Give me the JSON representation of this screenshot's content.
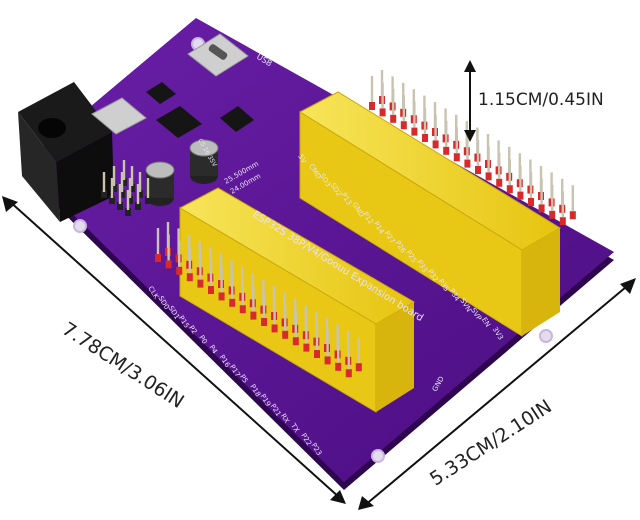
{
  "dimensions": {
    "height": "1.15CM/0.45IN",
    "length": "7.78CM/3.06IN",
    "width": "5.33CM/2.10IN"
  },
  "board": {
    "title": "ESP32S 38P/V4/Goouu Expansion board",
    "dim_a": "25.500mm",
    "dim_b": "24.00mm",
    "usb_label": "USB",
    "cap_label": "CS 16 35V",
    "pins_right": [
      "5V",
      "CMD",
      "SD3",
      "SD2",
      "P13",
      "GND",
      "P12",
      "P14",
      "P27",
      "P26",
      "P25",
      "P33",
      "P32",
      "P35",
      "P34",
      "SVN",
      "SVP",
      "EN",
      "3V3"
    ],
    "pins_left": [
      "CLK",
      "SD0",
      "SD1",
      "P15",
      "P2",
      "P0",
      "P4",
      "P16",
      "P17",
      "P5",
      "P18",
      "P19",
      "P21",
      "RX",
      "TX",
      "P22",
      "P23"
    ],
    "gnd_label": "GND"
  },
  "colors": {
    "pcb": "#55128f",
    "header_yellow": "#f2d71a",
    "pin_red": "#d82a2a",
    "pin_metal": "#c9c3b0"
  }
}
